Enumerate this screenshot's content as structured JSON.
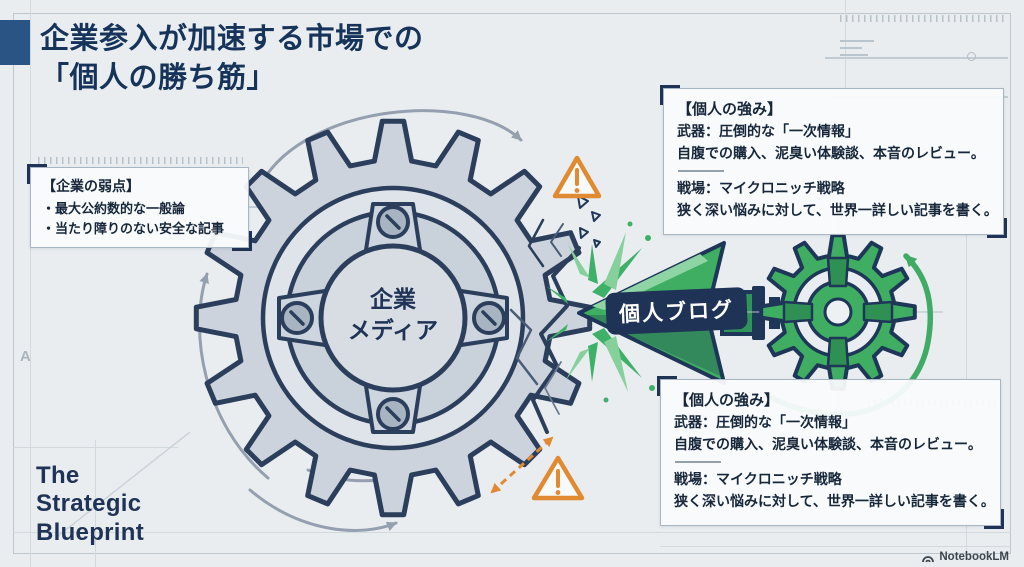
{
  "title": {
    "line1": "企業参入が加速する市場での",
    "line2": "「個人の勝ち筋」"
  },
  "weakness_box": {
    "heading": "【企業の弱点】",
    "items": [
      "・最大公約数的な一般論",
      "・当たり障りのない安全な記事"
    ]
  },
  "gear": {
    "center_line1": "企業",
    "center_line2": "メディア"
  },
  "arrow": {
    "label": "個人ブログ"
  },
  "strengths": {
    "heading": "【個人の強み】",
    "weapon_title": "武器：圧倒的な「一次情報」",
    "weapon_desc": "自腹での購入、泥臭い体験談、本音のレビュー。",
    "field_title": "戦場：マイクロニッチ戦略",
    "field_desc": "狭く深い悩みに対して、世界一詳しい記事を書く。"
  },
  "watermark": {
    "line1": "The",
    "line2": "Strategic",
    "line3": "Blueprint"
  },
  "footer": {
    "brand": "NotebookLM"
  },
  "icons": {
    "warning_icon": "triangle-exclamation",
    "rotation_arrow_icon": "curved-arrow",
    "impact_burst_icon": "starburst",
    "brand_icon": "notebooklm-arc"
  },
  "colors": {
    "background": "#e9edf0",
    "navy": "#1e3355",
    "title_navy": "#16335a",
    "gear_gray": "#ccd3dd",
    "outline_navy": "#2b3e5c",
    "green": "#3fae63",
    "green_light": "#86d09c",
    "warning_orange": "#e08a32",
    "accent_square": "#2a5484"
  }
}
